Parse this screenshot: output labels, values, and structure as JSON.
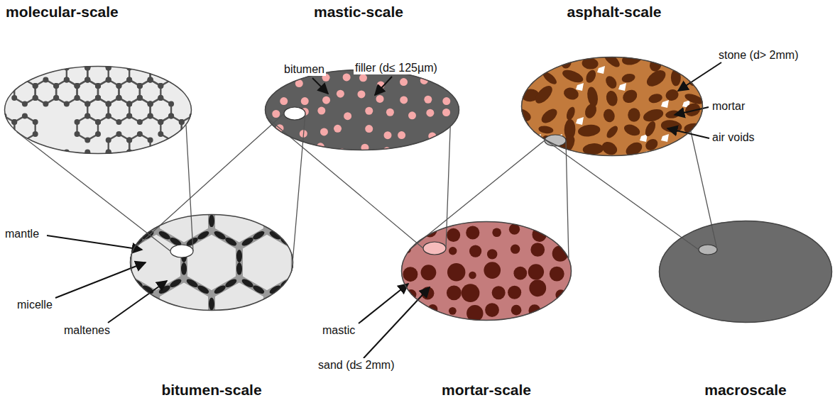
{
  "diagram": {
    "nodes": [
      {
        "text": [
          "molecular-scale"
        ]
      },
      {
        "text": [
          "mastic-scale"
        ]
      },
      {
        "text": [
          "asphalt-scale"
        ]
      },
      {
        "text": [
          "bitumen-scale"
        ]
      },
      {
        "text": [
          "mortar-scale"
        ]
      },
      {
        "text": [
          "macroscale"
        ]
      }
    ],
    "edges": [
      {
        "from": 3,
        "to": 0,
        "arrow": "none"
      },
      {
        "from": 1,
        "to": 3,
        "arrow": "none"
      },
      {
        "from": 4,
        "to": 1,
        "arrow": "none"
      },
      {
        "from": 2,
        "to": 4,
        "arrow": "none"
      },
      {
        "from": 5,
        "to": 2,
        "arrow": "none"
      }
    ],
    "labels": [
      "bitumen",
      "filler (d≤ 125µm)",
      "stone (d> 2mm)",
      "mortar",
      "air voids",
      "mantle",
      "micelle",
      "maltenes",
      "mastic",
      "sand (d≤ 2mm)"
    ]
  }
}
